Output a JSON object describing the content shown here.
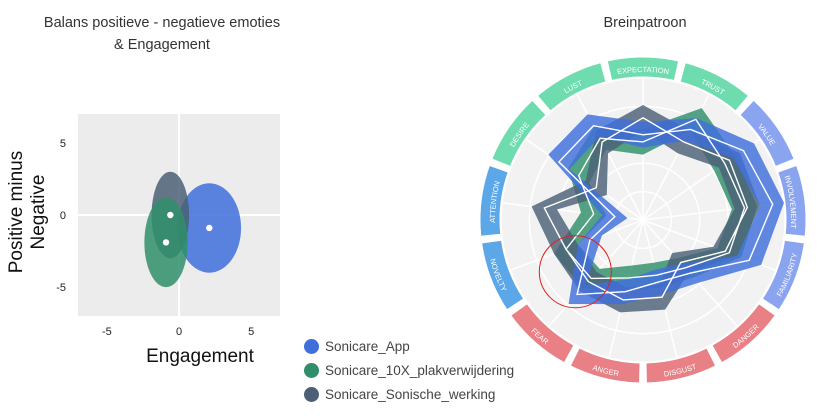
{
  "left_title": "Balans positieve - negatieve emoties\n& Engagement",
  "right_title": "Breinpatroon",
  "colors": {
    "app": "#3f6fdc",
    "plak": "#2f8f6a",
    "sonisch": "#4b6076",
    "positive_ring": "#6fdcaf",
    "engagement_ring": "#8aa4ef",
    "attention_ring": "#5ba7e8",
    "negative_ring": "#e88086",
    "highlight_circle": "#e02020"
  },
  "legend": [
    {
      "label": "Sonicare_App",
      "color": "#3f6fdc"
    },
    {
      "label": "Sonicare_10X_plakverwijdering",
      "color": "#2f8f6a"
    },
    {
      "label": "Sonicare_Sonische_werking",
      "color": "#4b6076"
    }
  ],
  "chart_data": [
    {
      "type": "scatter",
      "title": "Balans positieve - negatieve emoties & Engagement",
      "xlabel": "Engagement",
      "ylabel": "Positive minus Negative",
      "xlim": [
        -7,
        7
      ],
      "ylim": [
        -7,
        7
      ],
      "xticks": [
        "-5",
        "0",
        "5"
      ],
      "yticks": [
        "5",
        "0",
        "-5"
      ],
      "xtick_values": [
        -5,
        0,
        5
      ],
      "ytick_values": [
        5,
        0,
        -5
      ],
      "grid": false,
      "series": [
        {
          "name": "Sonicare_App",
          "x": 2.1,
          "y": -0.9,
          "x_spread": 2.2,
          "y_spread": 3.1
        },
        {
          "name": "Sonicare_10X_plakverwijdering",
          "x": -0.9,
          "y": -1.9,
          "x_spread": 1.5,
          "y_spread": 3.1
        },
        {
          "name": "Sonicare_Sonische_werking",
          "x": -0.6,
          "y": 0.0,
          "x_spread": 1.3,
          "y_spread": 3.0
        }
      ]
    },
    {
      "type": "radar",
      "title": "Breinpatroon",
      "axes": [
        "EXPECTATION",
        "TRUST",
        "VALUE",
        "INVOLVEMENT",
        "FAMILIARITY",
        "DANGER",
        "DISGUST",
        "ANGER",
        "FEAR",
        "NOVELTY",
        "ATTENTION",
        "DESIRE",
        "LUST"
      ],
      "axis_groups": [
        "positive",
        "positive",
        "engagement",
        "engagement",
        "engagement",
        "negative",
        "negative",
        "negative",
        "negative",
        "attention",
        "attention",
        "positive",
        "positive"
      ],
      "range": [
        0,
        1
      ],
      "grid_levels": 5,
      "series": [
        {
          "name": "Sonicare_App",
          "values": [
            0.6,
            0.72,
            0.86,
            0.92,
            0.8,
            0.5,
            0.45,
            0.52,
            0.7,
            0.4,
            0.2,
            0.72,
            0.75
          ]
        },
        {
          "name": "Sonicare_10X_plakverwijdering",
          "values": [
            0.55,
            0.8,
            0.7,
            0.72,
            0.65,
            0.45,
            0.4,
            0.42,
            0.55,
            0.58,
            0.35,
            0.55,
            0.65
          ]
        },
        {
          "name": "Sonicare_Sonische_werking",
          "values": [
            0.72,
            0.62,
            0.74,
            0.74,
            0.62,
            0.4,
            0.56,
            0.58,
            0.58,
            0.58,
            0.7,
            0.4,
            0.62
          ]
        }
      ]
    }
  ]
}
